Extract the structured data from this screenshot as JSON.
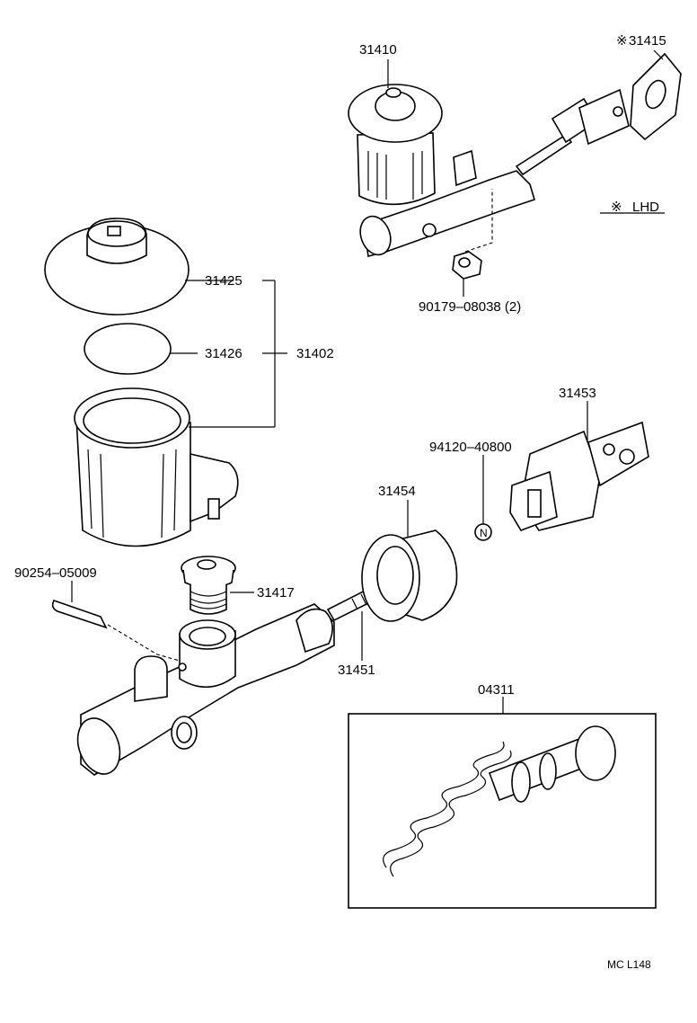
{
  "labels": {
    "p31410": "31410",
    "p31415": "31415",
    "note_mark": "※",
    "lhd": "LHD",
    "p90179": "90179–08038 (2)",
    "p31425": "31425",
    "p31426": "31426",
    "p31402": "31402",
    "p31453": "31453",
    "p94120": "94120–40800",
    "p31454": "31454",
    "p90254": "90254–05009",
    "p31417": "31417",
    "p31451": "31451",
    "p04311": "04311",
    "nut_mark": "N",
    "figure_code": "MC L148"
  }
}
